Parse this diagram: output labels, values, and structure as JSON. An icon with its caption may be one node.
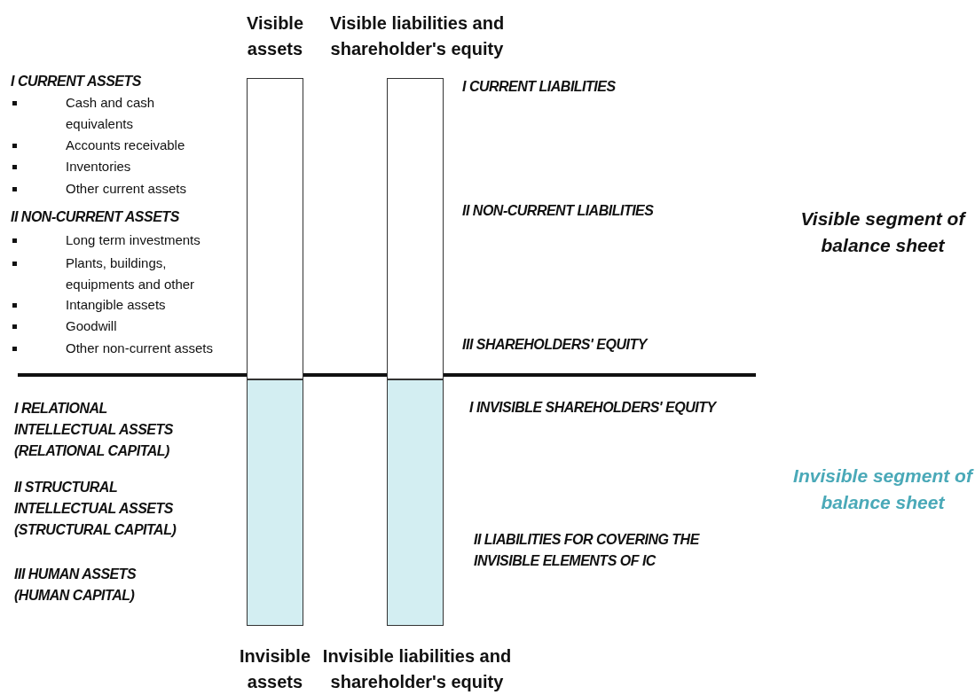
{
  "diagram": {
    "nodes": [
      {
        "text": [
          "Visible assets"
        ]
      },
      {
        "text": [
          "Visible liabilities and shareholder's equity"
        ]
      },
      {
        "text": [
          "Invisible assets"
        ]
      },
      {
        "text": [
          "Invisible liabilities and shareholder's equity"
        ]
      }
    ],
    "labels": [
      "I CURRENT ASSETS",
      "Cash and cash equivalents",
      "Accounts receivable",
      "Inventories",
      "Other current assets",
      "II NON-CURRENT ASSETS",
      "Long term investments",
      "Plants, buildings, equipments and other",
      "Intangible assets",
      "Goodwill",
      "Other non-current assets",
      "I CURRENT LIABILITIES",
      "II NON-CURRENT LIABILITIES",
      "Visible segment of balance sheet",
      "III SHAREHOLDERS' EQUITY",
      "I RELATIONAL INTELLECTUAL ASSETS (RELATIONAL CAPITAL)",
      "I INVISIBLE SHAREHOLDERS' EQUITY",
      "Invisible segment of balance sheet",
      "II STRUCTURAL INTELLECTUAL ASSETS (STRUCTURAL CAPITAL)",
      "II LIABILITIES FOR COVERING THE INVISIBLE ELEMENTS OF IC",
      "III HUMAN ASSETS (HUMAN CAPITAL)"
    ]
  }
}
